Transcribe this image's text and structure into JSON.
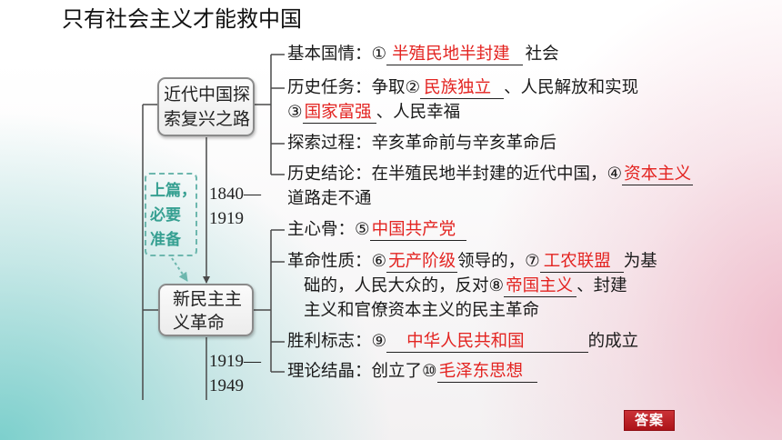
{
  "title": "只有社会主义才能救中国",
  "side_note": [
    "上篇，",
    "必要",
    "准备"
  ],
  "part1": {
    "node": [
      "近代中国探",
      "索复兴之路"
    ],
    "period": [
      "1840—",
      "1919"
    ],
    "lines": [
      {
        "pre": "基本国情：①",
        "ans": "半殖民地半封建",
        "post": "社会"
      },
      {
        "pre": "历史任务：争取②",
        "ans": "民族独立",
        "post": "、人民解放和实现"
      },
      {
        "pre": "③",
        "ans": "国家富强",
        "post": "、人民幸福"
      },
      {
        "pre": "探索过程：辛亥革命前与辛亥革命后"
      },
      {
        "pre": "历史结论：在半殖民地半封建的近代中国，④",
        "ans": "资本主义"
      },
      {
        "pre": "道路走不通"
      }
    ]
  },
  "part2": {
    "node": [
      "新民主主",
      "义革命"
    ],
    "period": [
      "1919—",
      "1949"
    ],
    "lines": [
      {
        "pre": "主心骨：⑤",
        "ans": "中国共产党"
      },
      {
        "pre": "革命性质：⑥",
        "ans": "无产阶级",
        "mid": "领导的，⑦",
        "ans2": "工农联盟",
        "post": "为基"
      },
      {
        "pre": "础的，人民大众的，反对⑧",
        "ans": "帝国主义",
        "post": "、封建"
      },
      {
        "pre": "主义和官僚资本主义的民主革命"
      },
      {
        "pre": "胜利标志：⑨",
        "ans": "中华人民共和国",
        "post": "的成立"
      },
      {
        "pre": "理论结晶：创立了⑩",
        "ans": "毛泽东思想"
      }
    ]
  },
  "answer_button": "答案",
  "colors": {
    "answer_text": "#e32421",
    "answer_button": "#c4161c",
    "side_note": "#37a092"
  }
}
